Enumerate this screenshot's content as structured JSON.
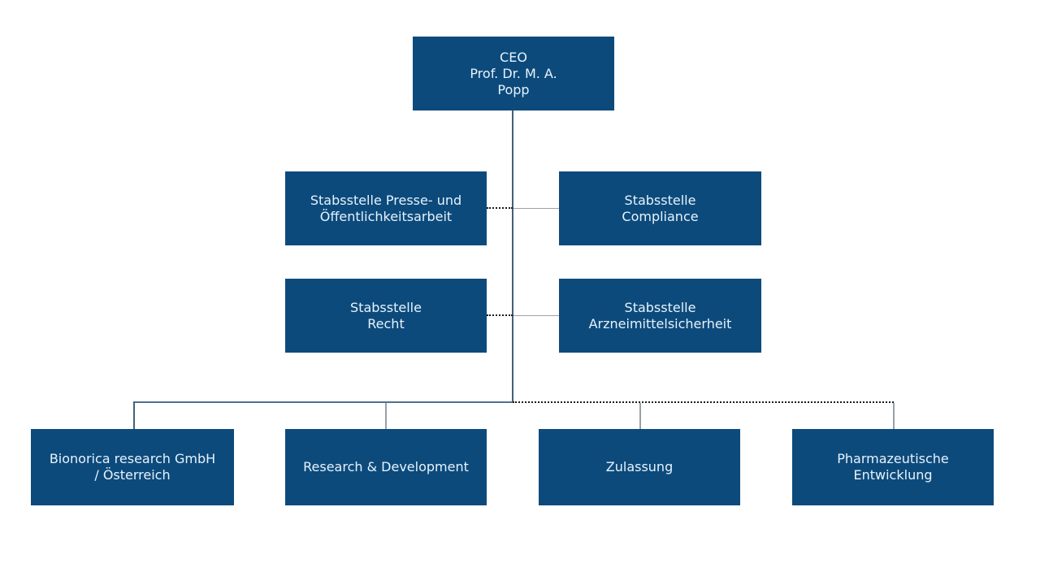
{
  "chart_title": "",
  "colors": {
    "box_fill": "#0d4a7c",
    "box_text": "#e6f3fb",
    "line_trunk": "#44607d",
    "line_solid": "#51708c",
    "line_gray": "#9aa4ab",
    "line_dotted": "#1b1b1b",
    "background": "#ffffff"
  },
  "boxes": {
    "ceo": {
      "label": "CEO\nProf. Dr. M. A.\nPopp"
    },
    "presse": {
      "label": "Stabsstelle Presse- und\nÖffentlichkeitsarbeit"
    },
    "compliance": {
      "label": "Stabsstelle\nCompliance"
    },
    "recht": {
      "label": "Stabsstelle\nRecht"
    },
    "arznei": {
      "label": "Stabsstelle\nArzneimittelsicherheit"
    },
    "bionorica": {
      "label": "Bionorica research GmbH\n/ Österreich"
    },
    "rnd": {
      "label": "Research & Development"
    },
    "zulassung": {
      "label": "Zulassung"
    },
    "pharma": {
      "label": "Pharmazeutische\nEntwicklung"
    }
  },
  "hierarchy": {
    "root": "ceo",
    "staff_units_dotted_left": [
      "presse",
      "recht"
    ],
    "staff_units_gray_right": [
      "compliance",
      "arznei"
    ],
    "divisions_solid_branch": [
      "bionorica",
      "rnd"
    ],
    "divisions_dotted_branch": [
      "zulassung",
      "pharma"
    ]
  }
}
